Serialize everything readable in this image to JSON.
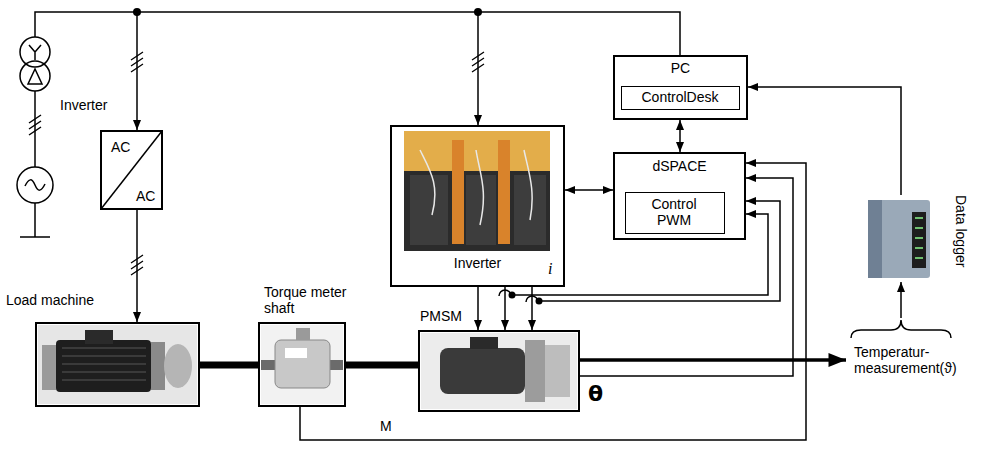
{
  "diagram": {
    "nodes": [
      {
        "text": [
          "Inverter",
          "AC",
          "AC"
        ]
      },
      {
        "text": [
          "Load machine"
        ]
      },
      {
        "text": [
          "Torque meter shaft"
        ]
      },
      {
        "text": [
          "Inverter"
        ]
      },
      {
        "text": [
          "PMSM"
        ]
      },
      {
        "text": [
          "PC"
        ]
      },
      {
        "text": [
          "ControlDesk"
        ],
        "in": 5
      },
      {
        "text": [
          "dSPACE"
        ]
      },
      {
        "text": [
          "Control PWM"
        ],
        "in": 7
      },
      {
        "text": [
          "Data logger"
        ]
      }
    ],
    "edges": [
      {
        "from": 0,
        "to": 1,
        "arrow": "to"
      },
      {
        "from": 1,
        "to": 2,
        "arrow": "none"
      },
      {
        "from": 2,
        "to": 4,
        "arrow": "none"
      },
      {
        "from": 3,
        "to": 7,
        "arrow": "both"
      },
      {
        "from": 5,
        "to": 7,
        "arrow": "both"
      },
      {
        "from": 3,
        "to": 4,
        "arrow": "to"
      },
      {
        "from": 3,
        "to": 4,
        "arrow": "to"
      },
      {
        "from": 3,
        "to": 4,
        "arrow": "to"
      },
      {
        "from": 2,
        "to": 7,
        "label": "M",
        "arrow": "to"
      },
      {
        "from": 4,
        "to": 7,
        "arrow": "to"
      },
      {
        "from": 9,
        "to": 5,
        "arrow": "to"
      }
    ],
    "labels": [
      "i",
      "θ",
      "Temperatur- measurement(ϑ)"
    ]
  }
}
